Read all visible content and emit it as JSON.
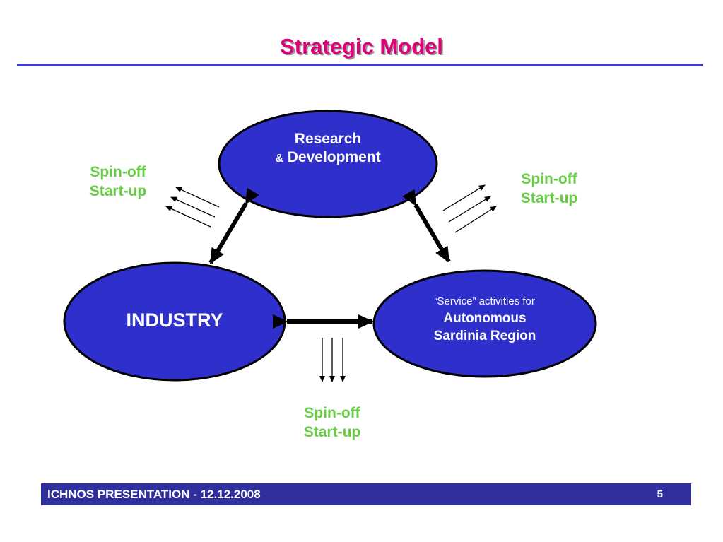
{
  "title": "Strategic Model",
  "nodes": {
    "rd": {
      "line1": "Research",
      "amp": "&",
      "line2": "Development"
    },
    "industry": {
      "label": "INDUSTRY"
    },
    "service": {
      "quote_mark": "“",
      "line1": "Service” activities for",
      "line2": "Autonomous",
      "line3": "Sardinia Region"
    }
  },
  "spinoffs": {
    "left": {
      "line1": "Spin-off",
      "line2": "Start-up"
    },
    "right": {
      "line1": "Spin-off",
      "line2": "Start-up"
    },
    "bottom": {
      "line1": "Spin-off",
      "line2": "Start-up"
    }
  },
  "footer": {
    "text": "ICHNOS PRESENTATION - 12.12.2008",
    "page": "5"
  },
  "colors": {
    "node_fill": "#2f2fcc",
    "title": "#e0007a",
    "spinoff_text": "#66cc44",
    "footer_bg": "#2f2f9e"
  }
}
